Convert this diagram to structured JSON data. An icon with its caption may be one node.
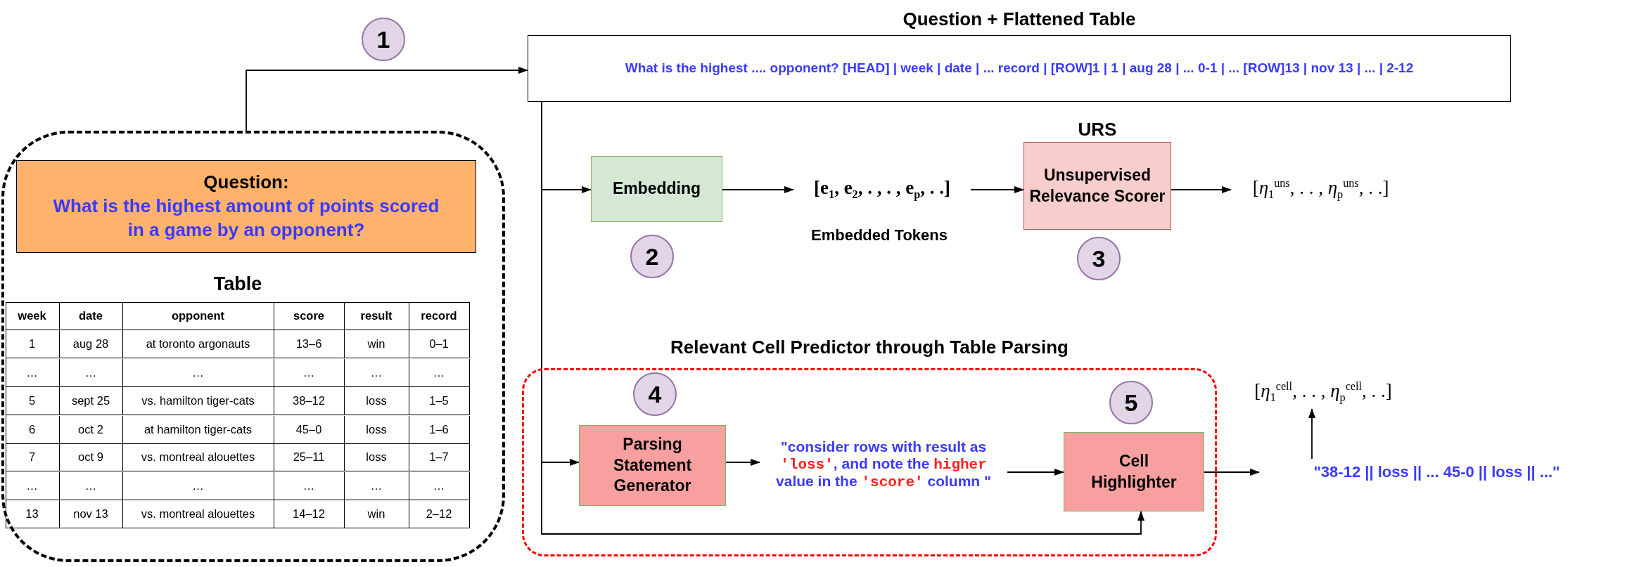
{
  "diagram": {
    "nodes": [
      {
        "text": [
          "1"
        ]
      },
      {
        "text": [
          "Question + Flattened Table",
          "What is the highest .... opponent? [HEAD] | week | date | ... record | [ROW]1 | 1 | aug 28 | ... 0-1 | ... [ROW]13 | nov 13 | ... | 2-12"
        ]
      },
      {
        "text": [],
        "shape": "box"
      },
      {
        "text": [
          "Question:",
          "What is the highest amount of points scored in a game by an opponent?"
        ],
        "in": 2
      },
      {
        "text": [
          "Embedding"
        ]
      },
      {
        "text": [
          "2"
        ]
      },
      {
        "text": [
          "[e$_{1}$, e$_{2}$, . , . , e$_{p}$, . .]"
        ],
        "beside": [
          "Embedded Tokens"
        ]
      },
      {
        "text": [
          "URS",
          "Unsupervised Relevance Scorer"
        ]
      },
      {
        "text": [
          "3"
        ]
      },
      {
        "text": [
          "[*η*$_{1}$$^{uns}$, . . , *η*$_{p}$$^{uns}$, . .]"
        ]
      },
      {
        "text": [
          "Relevant Cell Predictor through Table Parsing"
        ]
      },
      {
        "text": [
          "4"
        ],
        "in": 10
      },
      {
        "text": [
          "Parsing Statement Generator"
        ],
        "in": 10
      },
      {
        "text": [
          "\"consider rows with result as *'loss'*, and note the *higher* value in the *'score'* column \""
        ],
        "in": 10
      },
      {
        "text": [
          "5"
        ],
        "in": 10
      },
      {
        "text": [
          "Cell Highlighter"
        ],
        "in": 10
      },
      {
        "text": [
          "[*η*$_{1}$$^{cell}$, . . , *η*$_{p}$$^{cell}$, . .]"
        ]
      },
      {
        "text": [
          "\"38-12 || loss || ... 45-0 || loss || ...\""
        ]
      }
    ],
    "edges": [
      {
        "from": 2,
        "to": 1,
        "arrow": "to"
      },
      {
        "from": 1,
        "to": 4,
        "arrow": "to"
      },
      {
        "from": 4,
        "to": 6,
        "arrow": "to"
      },
      {
        "from": 6,
        "to": 7,
        "arrow": "to"
      },
      {
        "from": 7,
        "to": 9,
        "arrow": "to"
      },
      {
        "from": 1,
        "to": 12,
        "arrow": "to"
      },
      {
        "from": 12,
        "to": 13,
        "arrow": "to"
      },
      {
        "from": 13,
        "to": 15,
        "arrow": "to"
      },
      {
        "from": 15,
        "to": 17,
        "arrow": "to"
      },
      {
        "from": 17,
        "to": 16,
        "arrow": "to"
      },
      {
        "from": 1,
        "to": 15,
        "arrow": "to"
      }
    ],
    "labels": [
      "Table",
      "week",
      "date",
      "opponent",
      "score",
      "result",
      "record",
      "1",
      "aug 28",
      "at toronto argonauts",
      "13–6",
      "win",
      "0–1",
      "…",
      "…",
      "…",
      "…",
      "…",
      "…",
      "5",
      "sept 25",
      "vs. hamilton tiger-cats",
      "38–12",
      "loss",
      "1–5",
      "6",
      "oct 2",
      "at hamilton tiger-cats",
      "45–0",
      "loss",
      "1–6",
      "7",
      "oct 9",
      "vs. montreal alouettes",
      "25–11",
      "loss",
      "1–7",
      "…",
      "…",
      "…",
      "…",
      "…",
      "…",
      "13",
      "nov 13",
      "vs. montreal alouettes",
      "14–12",
      "win",
      "2–12"
    ]
  }
}
